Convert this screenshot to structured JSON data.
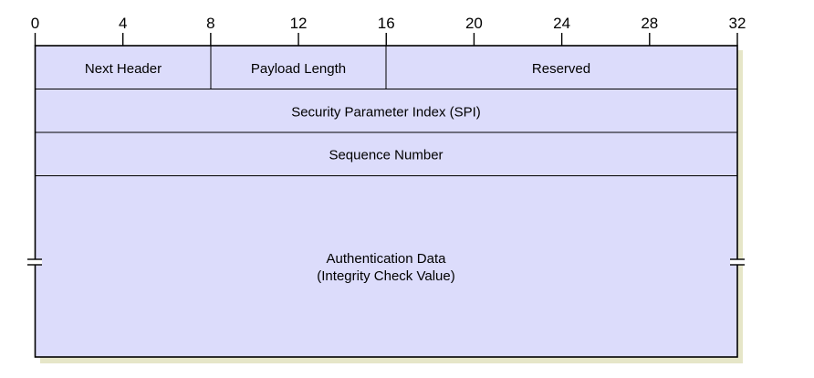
{
  "bit_ruler": {
    "labels": [
      "0",
      "4",
      "8",
      "12",
      "16",
      "20",
      "24",
      "28",
      "32"
    ]
  },
  "header_fields": {
    "next_header": "Next Header",
    "payload_length": "Payload Length",
    "reserved": "Reserved",
    "spi": "Security Parameter Index (SPI)",
    "sequence_number": "Sequence Number",
    "authentication_data_line1": "Authentication Data",
    "authentication_data_line2": "(Integrity Check Value)"
  },
  "colors": {
    "field_fill": "#dcdcfb",
    "shadow": "#e6e6c8",
    "stroke": "#000000"
  }
}
